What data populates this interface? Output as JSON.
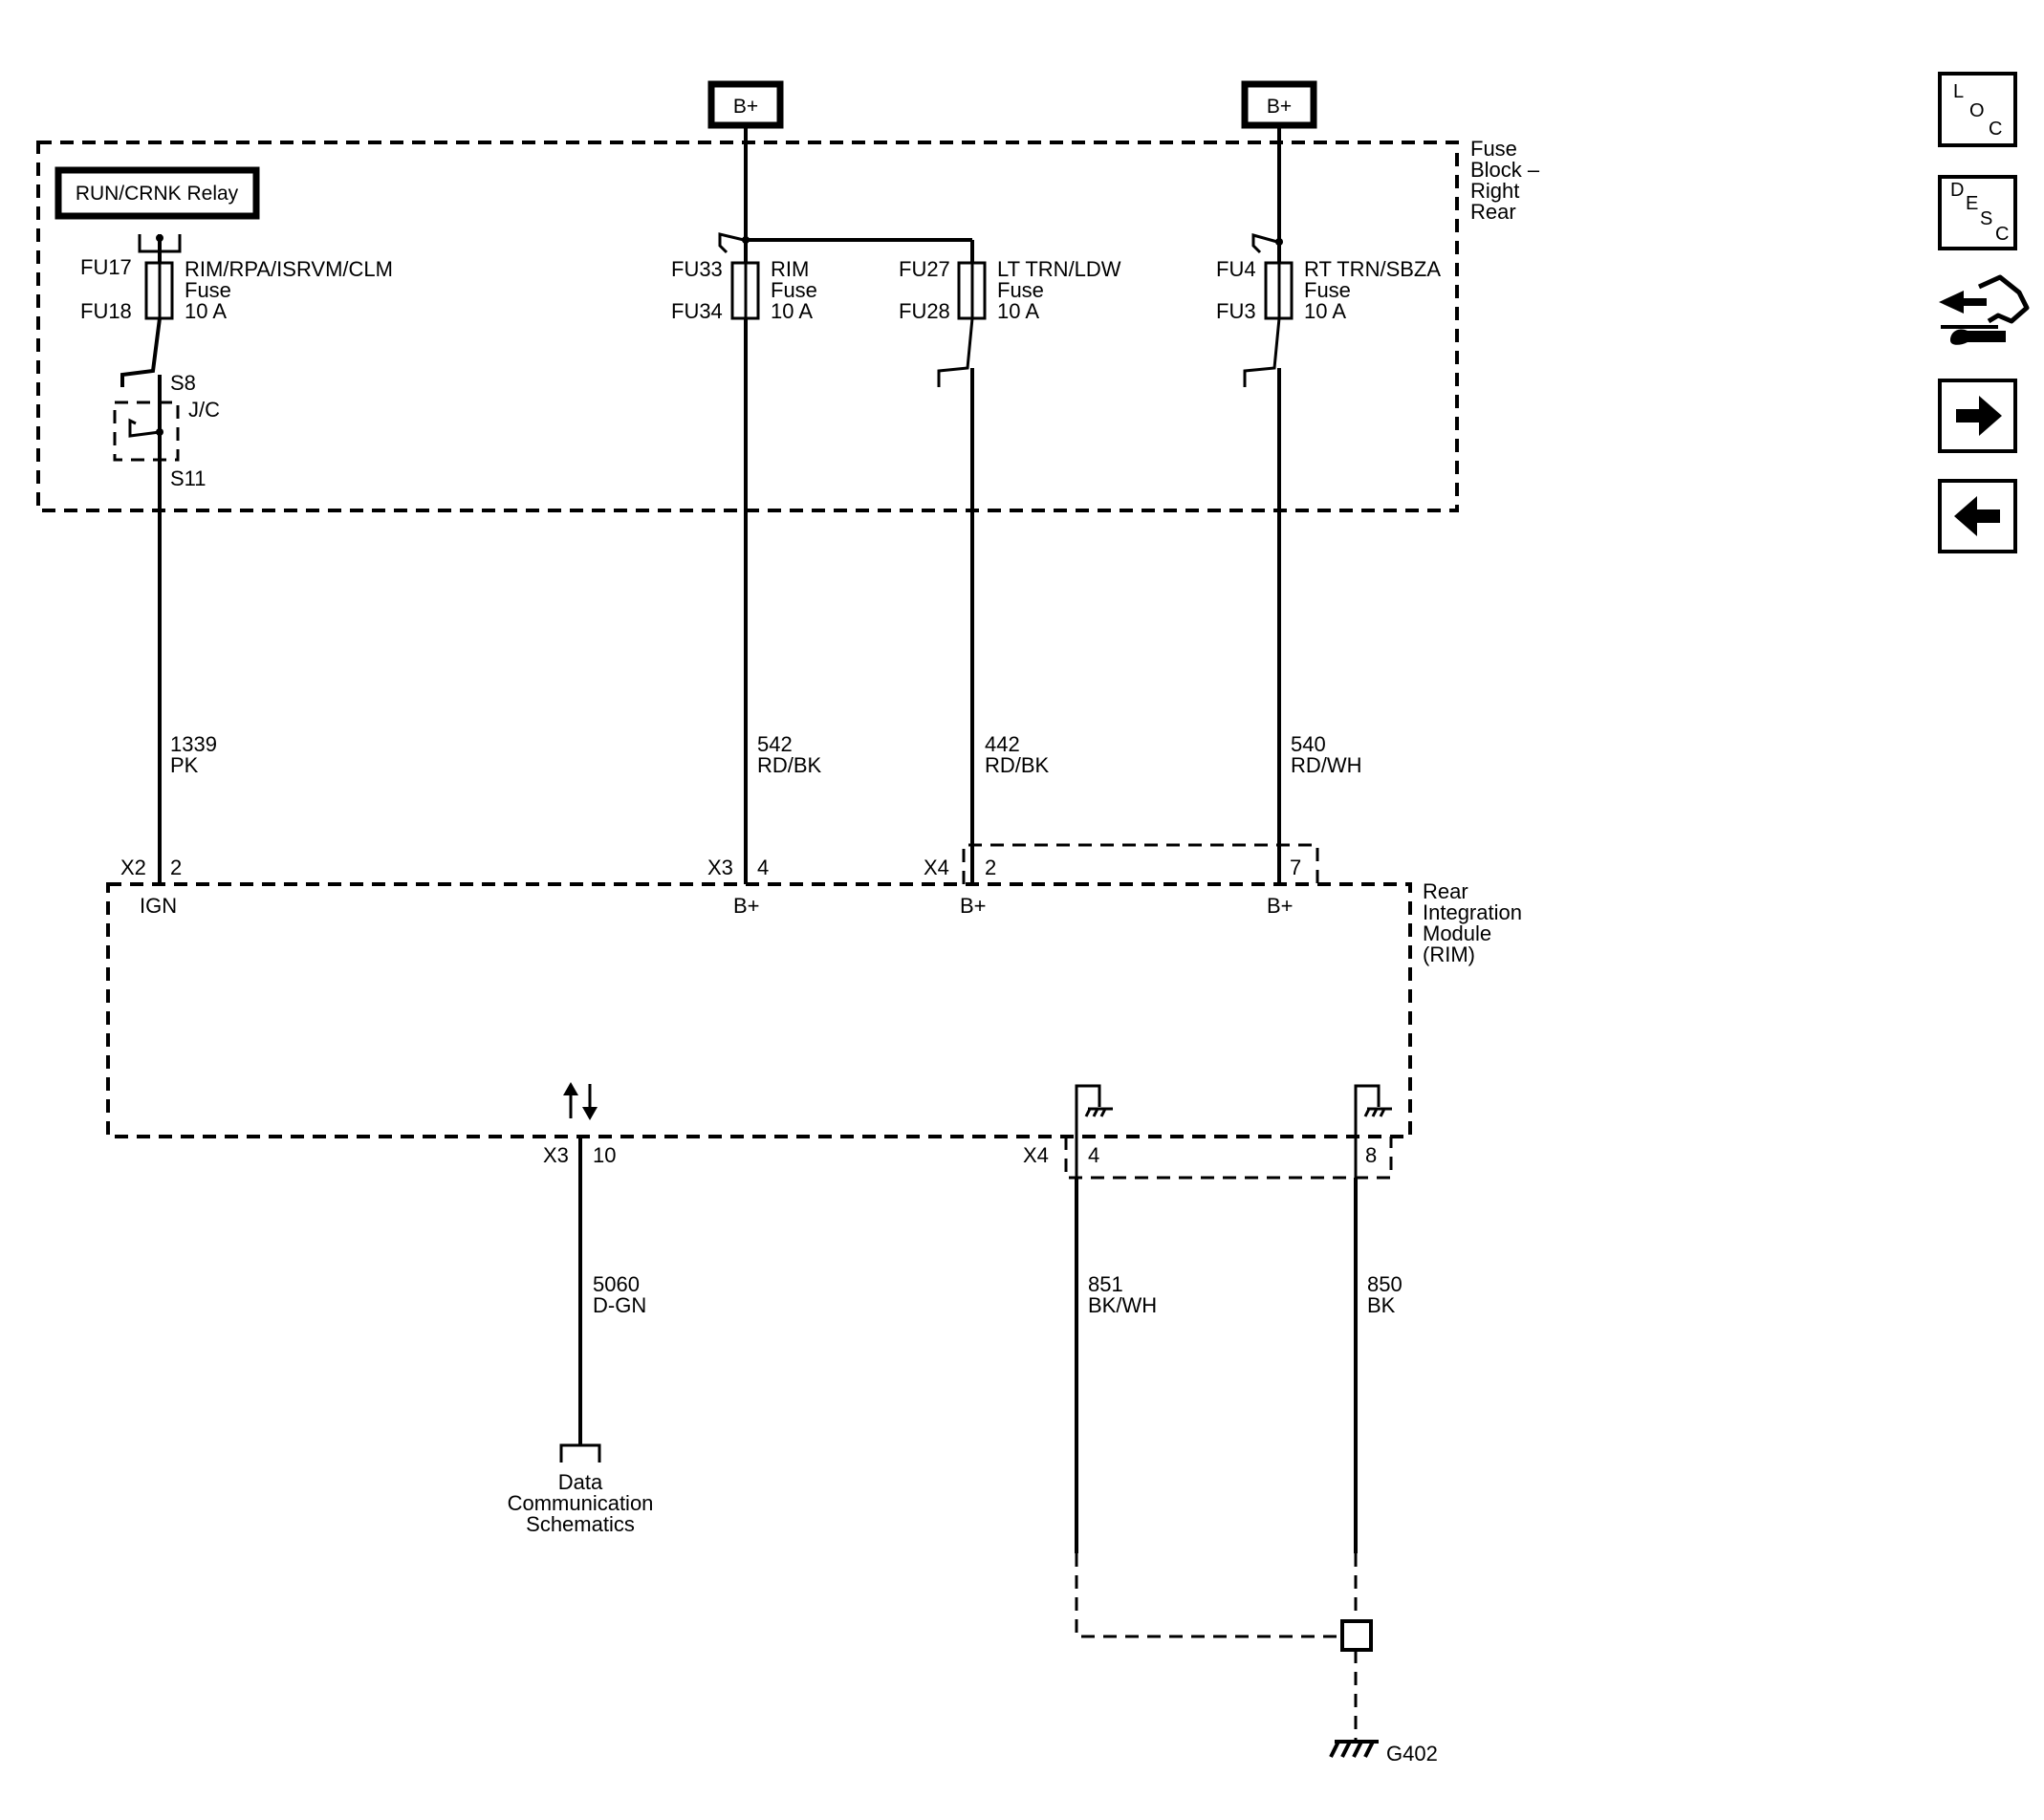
{
  "power": {
    "bplus_left": "B+",
    "bplus_right": "B+",
    "relay": "RUN/CRNK Relay"
  },
  "fuse_block": {
    "name_lines": [
      "Fuse",
      "Block –",
      "Right",
      "Rear"
    ]
  },
  "fuses": [
    {
      "top_id": "FU17",
      "bottom_id": "FU18",
      "name": "RIM/RPA/ISRVM/CLM",
      "type": "Fuse",
      "rating": "10 A"
    },
    {
      "top_id": "FU33",
      "bottom_id": "FU34",
      "name": "RIM",
      "type": "Fuse",
      "rating": "10 A"
    },
    {
      "top_id": "FU27",
      "bottom_id": "FU28",
      "name": "LT TRN/LDW",
      "type": "Fuse",
      "rating": "10 A"
    },
    {
      "top_id": "FU4",
      "bottom_id": "FU3",
      "name": "RT TRN/SBZA",
      "type": "Fuse",
      "rating": "10 A"
    }
  ],
  "junction": {
    "top": "S8",
    "name": "J/C",
    "bottom": "S11"
  },
  "wires_top": [
    {
      "circuit": "1339",
      "color": "PK"
    },
    {
      "circuit": "542",
      "color": "RD/BK"
    },
    {
      "circuit": "442",
      "color": "RD/BK"
    },
    {
      "circuit": "540",
      "color": "RD/WH"
    }
  ],
  "module": {
    "name_lines": [
      "Rear",
      "Integration",
      "Module",
      "(RIM)"
    ],
    "inputs": [
      {
        "connector": "X2",
        "pin": "2",
        "label": "IGN"
      },
      {
        "connector": "X3",
        "pin": "4",
        "label": "B+"
      },
      {
        "connector": "X4",
        "pin": "2",
        "label": "B+"
      },
      {
        "connector": "",
        "pin": "7",
        "label": "B+"
      }
    ],
    "outputs": [
      {
        "connector": "X3",
        "pin": "10"
      },
      {
        "connector": "X4",
        "pin": "4"
      },
      {
        "connector": "",
        "pin": "8"
      }
    ]
  },
  "wires_bottom": [
    {
      "circuit": "5060",
      "color": "D-GN"
    },
    {
      "circuit": "851",
      "color": "BK/WH"
    },
    {
      "circuit": "850",
      "color": "BK"
    }
  ],
  "data_comm": [
    "Data",
    "Communication",
    "Schematics"
  ],
  "ground": {
    "id": "G402"
  },
  "nav": {
    "loc": [
      "L",
      "O",
      "C"
    ],
    "desc": [
      "D",
      "E",
      "S",
      "C"
    ]
  }
}
